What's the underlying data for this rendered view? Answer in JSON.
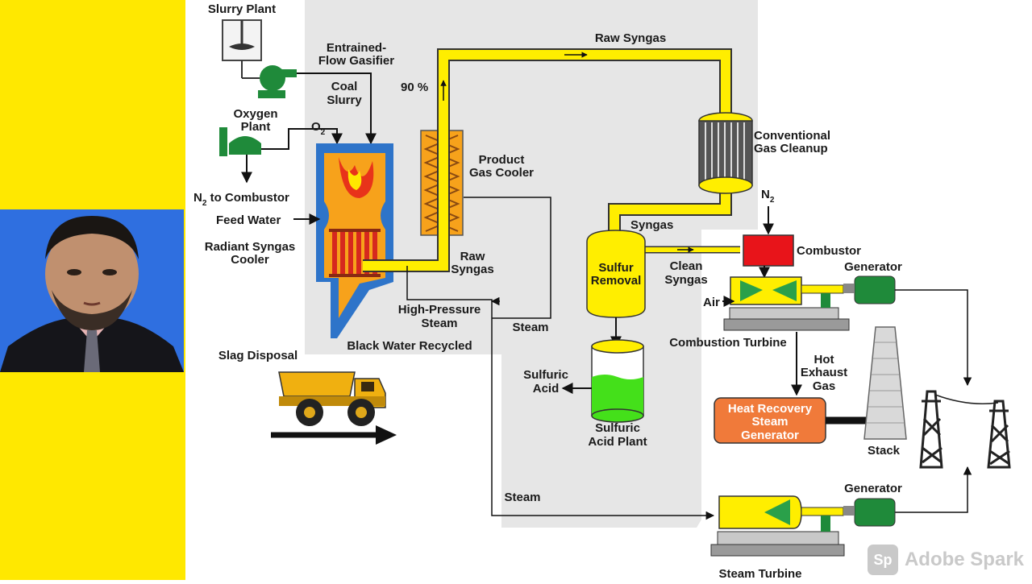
{
  "labels": {
    "slurry_plant": "Slurry Plant",
    "entrained_1": "Entrained-",
    "entrained_2": "Flow Gasifier",
    "coal_1": "Coal",
    "coal_2": "Slurry",
    "oxygen_1": "Oxygen",
    "oxygen_2": "Plant",
    "o2": "O",
    "o2_sub": "2",
    "n2_combustor_n": "N",
    "n2_combustor_sub": "2",
    "n2_combustor_rest": " to Combustor",
    "feed_water": "Feed Water",
    "radiant_1": "Radiant Syngas",
    "radiant_2": "Cooler",
    "percent": "90 %",
    "raw_syngas_top": "Raw Syngas",
    "product_1": "Product",
    "product_2": "Gas Cooler",
    "raw_syngas_2a": "Raw",
    "raw_syngas_2b": "Syngas",
    "hp_1": "High-Pressure",
    "hp_2": "Steam",
    "steam_a": "Steam",
    "black_water": "Black Water Recycled",
    "conv_1": "Conventional",
    "conv_2": "Gas Cleanup",
    "syngas": "Syngas",
    "n2_top_n": "N",
    "n2_top_sub": "2",
    "sulfur_1": "Sulfur",
    "sulfur_2": "Removal",
    "combustor": "Combustor",
    "clean_1": "Clean",
    "clean_2": "Syngas",
    "generator_1": "Generator",
    "air": "Air",
    "combustion_turbine": "Combustion Turbine",
    "slag": "Slag Disposal",
    "sulfuric_1": "Sulfuric",
    "sulfuric_2": "Acid",
    "sap_1": "Sulfuric",
    "sap_2": "Acid Plant",
    "hot_1": "Hot",
    "hot_2": "Exhaust",
    "hot_3": "Gas",
    "hrsg_1": "Heat Recovery",
    "hrsg_2": "Steam",
    "hrsg_3": "Generator",
    "stack": "Stack",
    "steam_b": "Steam",
    "generator_2": "Generator",
    "steam_turbine": "Steam Turbine"
  },
  "watermark": {
    "logo": "Sp",
    "text": "Adobe Spark"
  },
  "colors": {
    "left_panel": "#ffe800",
    "photo_bg": "#2f6fe0",
    "gray_region": "#e6e6e6",
    "pipe_yellow": "#ffee00",
    "gasifier_blue": "#2e74c9",
    "combustor_red": "#e8141a",
    "hrsg_orange": "#f07a3a",
    "equipment_green": "#1f8a3a",
    "acid_green": "#44e01a"
  }
}
